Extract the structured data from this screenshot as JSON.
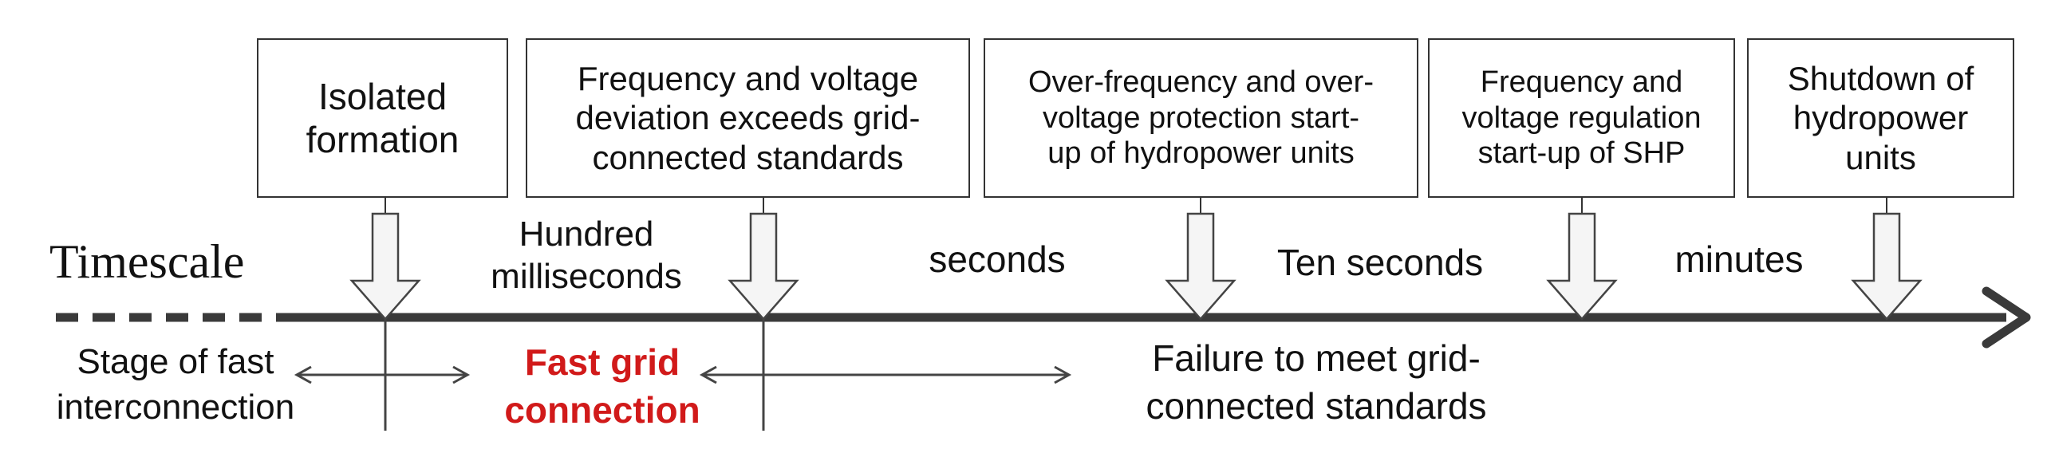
{
  "event_boxes": [
    "Isolated\nformation",
    "Frequency and voltage\ndeviation exceeds grid-\nconnected standards",
    "Over-frequency and over-\nvoltage protection start-\nup of hydropower units",
    "Frequency and\nvoltage regulation\nstart-up of SHP",
    "Shutdown of\nhydropower\nunits"
  ],
  "timescale_label": "Timescale",
  "time_labels": [
    "Hundred\nmilliseconds",
    "seconds",
    "Ten seconds",
    "minutes"
  ],
  "stage_labels": {
    "fast_interconnection": "Stage of fast\ninterconnection",
    "fast_grid_connection": "Fast grid\nconnection",
    "failure": "Failure to meet grid-\nconnected standards"
  },
  "colors": {
    "axis": "#3a3a3a",
    "highlight": "#d11a1a",
    "arrow_fill": "#f5f5f5"
  }
}
